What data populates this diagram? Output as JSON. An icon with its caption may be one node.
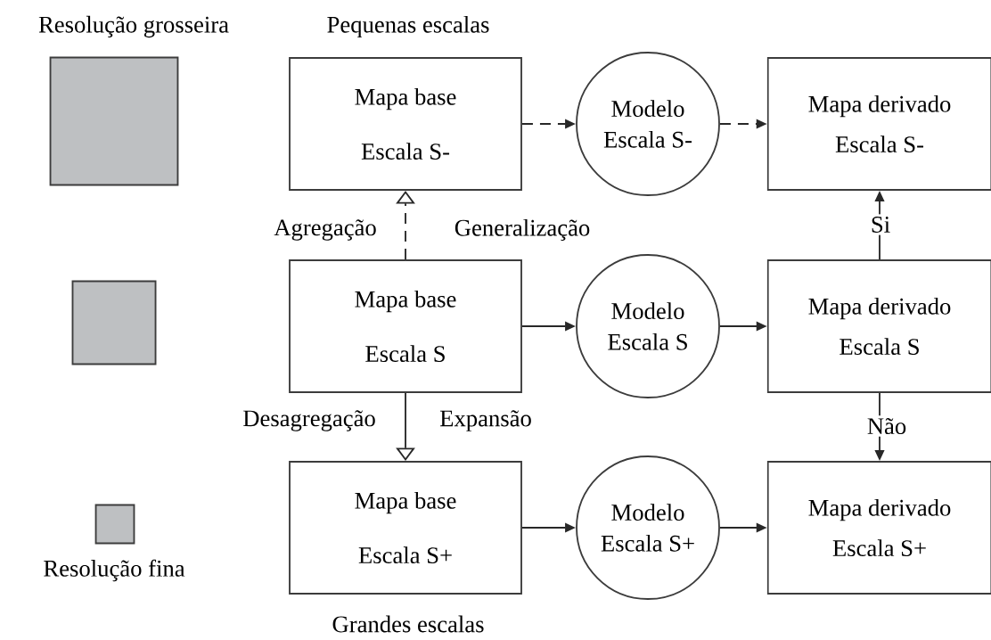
{
  "diagram": {
    "nodes": [
      {
        "text": [
          "Mapa base",
          "Escala S-"
        ]
      },
      {
        "text": [
          "Modelo Escala S-"
        ]
      },
      {
        "text": [
          "Mapa derivado",
          "Escala S-"
        ]
      },
      {
        "text": [
          "Mapa base",
          "Escala S"
        ]
      },
      {
        "text": [
          "Modelo Escala S"
        ]
      },
      {
        "text": [
          "Mapa derivado",
          "Escala S"
        ]
      },
      {
        "text": [
          "Mapa base",
          "Escala S+"
        ]
      },
      {
        "text": [
          "Modelo Escala S+"
        ]
      },
      {
        "text": [
          "Mapa derivado",
          "Escala S+"
        ]
      },
      {
        "text": [],
        "shape": "box"
      },
      {
        "text": [],
        "shape": "box"
      },
      {
        "text": [],
        "shape": "box"
      }
    ],
    "edges": [
      {
        "from": 0,
        "to": 1,
        "arrow": "to",
        "style": "dashed"
      },
      {
        "from": 1,
        "to": 2,
        "arrow": "to",
        "style": "dashed"
      },
      {
        "from": 3,
        "to": 0,
        "arrow": "to",
        "style": "dashed"
      },
      {
        "from": 3,
        "to": 4,
        "arrow": "to"
      },
      {
        "from": 4,
        "to": 5,
        "arrow": "to"
      },
      {
        "from": 5,
        "to": 2,
        "arrow": "to",
        "label": "Si"
      },
      {
        "from": 3,
        "to": 6,
        "arrow": "to"
      },
      {
        "from": 5,
        "to": 8,
        "arrow": "to",
        "label": "Não"
      },
      {
        "from": 6,
        "to": 7,
        "arrow": "to"
      },
      {
        "from": 7,
        "to": 8,
        "arrow": "to"
      }
    ],
    "labels": [
      "Resolução grosseira",
      "Pequenas escalas",
      "Agregação",
      "Generalização",
      "Desagregação",
      "Expansão",
      "Resolução fina",
      "Grandes escalas"
    ]
  }
}
